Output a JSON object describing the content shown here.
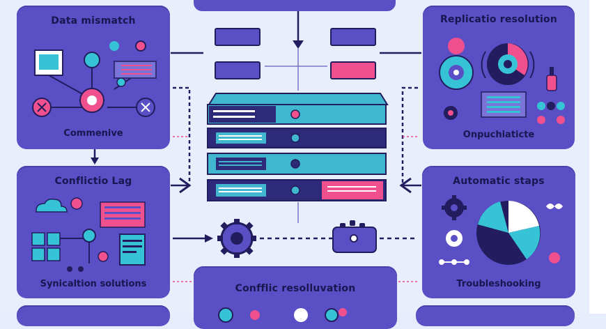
{
  "panels": {
    "data_mismatch": {
      "title": "Data mismatch",
      "caption": "Commenive"
    },
    "replication_resolution": {
      "title": "Replicatio resolution",
      "caption": "Onpuchiaticte"
    },
    "conflict_log": {
      "title": "Conflictio Lag",
      "caption": "Synicaltion solutions"
    },
    "automatic_steps": {
      "title": "Automatic staps",
      "caption": "Troubleshooking"
    },
    "conflict_resolution": {
      "title": "Confflic resolluvation"
    }
  },
  "colors": {
    "background": "#e8eefb",
    "panel": "#5a4fc4",
    "panel_dark": "#3f3596",
    "teal": "#37c3d6",
    "pink": "#f0508e",
    "navy": "#231c5e",
    "server_top": "#40b7cf",
    "server_body": "#2e2a7a"
  },
  "icons": [
    "image-icon",
    "gear-icon",
    "close-icon",
    "server-icon",
    "pie-chart-icon",
    "cloud-icon",
    "robot-icon",
    "calendar-icon"
  ]
}
